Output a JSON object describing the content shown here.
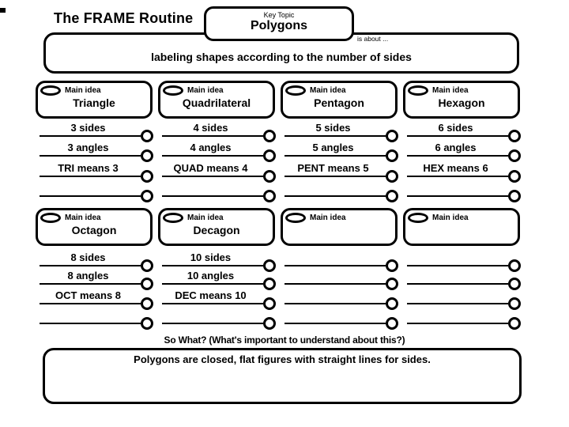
{
  "title": "The FRAME Routine",
  "key_topic": {
    "label": "Key Topic",
    "value": "Polygons"
  },
  "is_about_label": "is about ...",
  "is_about_value": "labeling shapes according to the number of sides",
  "main_idea_label": "Main idea",
  "rows": [
    {
      "columns": [
        {
          "main_idea": "Triangle",
          "details": [
            "3 sides",
            "3 angles",
            "TRI means 3",
            ""
          ]
        },
        {
          "main_idea": "Quadrilateral",
          "details": [
            "4 sides",
            "4 angles",
            "QUAD means 4",
            ""
          ]
        },
        {
          "main_idea": "Pentagon",
          "details": [
            "5 sides",
            "5 angles",
            "PENT means 5",
            ""
          ]
        },
        {
          "main_idea": "Hexagon",
          "details": [
            "6 sides",
            "6 angles",
            "HEX means 6",
            ""
          ]
        }
      ]
    },
    {
      "columns": [
        {
          "main_idea": "Octagon",
          "details": [
            "8 sides",
            "8 angles",
            "OCT means 8",
            ""
          ]
        },
        {
          "main_idea": "Decagon",
          "details": [
            "10 sides",
            "10 angles",
            "DEC means 10",
            ""
          ]
        },
        {
          "main_idea": "",
          "details": [
            "",
            "",
            "",
            ""
          ]
        },
        {
          "main_idea": "",
          "details": [
            "",
            "",
            "",
            ""
          ]
        }
      ]
    }
  ],
  "so_what": {
    "label": "So What? (What's important to understand about this?)",
    "value": "Polygons are closed, flat figures with straight lines for sides."
  },
  "colors": {
    "ink": "#000000",
    "paper": "#ffffff"
  }
}
